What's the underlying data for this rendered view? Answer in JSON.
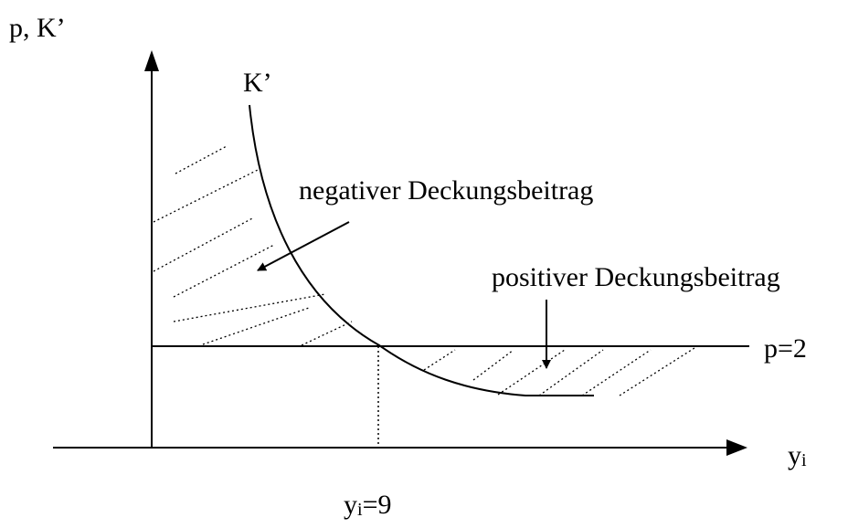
{
  "diagram": {
    "y_axis_label": "p, K’",
    "x_axis_label_main": "y",
    "x_axis_label_sub": "i",
    "curve_label": "K’",
    "price_label": "p=2",
    "intersection_label_main": "y",
    "intersection_label_sub": "i",
    "intersection_label_rest": "=9",
    "negative_label": "negativer Deckungsbeitrag",
    "positive_label": "positiver Deckungsbeitrag"
  },
  "colors": {
    "ink": "#000000",
    "background": "#ffffff"
  }
}
